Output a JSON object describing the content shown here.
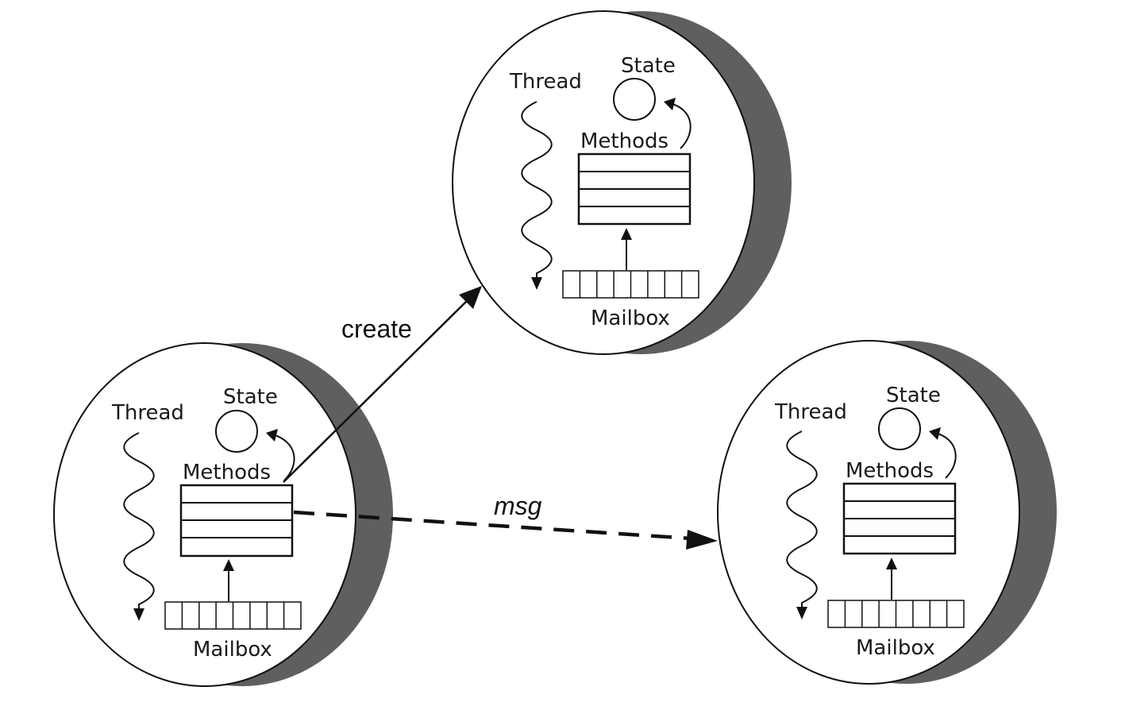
{
  "diagram": {
    "actors": [
      {
        "id": "actor-left",
        "thread_label": "Thread",
        "state_label": "State",
        "methods_label": "Methods",
        "mailbox_label": "Mailbox"
      },
      {
        "id": "actor-top",
        "thread_label": "Thread",
        "state_label": "State",
        "methods_label": "Methods",
        "mailbox_label": "Mailbox"
      },
      {
        "id": "actor-right",
        "thread_label": "Thread",
        "state_label": "State",
        "methods_label": "Methods",
        "mailbox_label": "Mailbox"
      }
    ],
    "edges": [
      {
        "id": "create-edge",
        "label": "create",
        "style": "solid",
        "from": "actor-left",
        "to": "actor-top"
      },
      {
        "id": "msg-edge",
        "label": "msg",
        "style": "dashed",
        "from": "actor-left",
        "to": "actor-right"
      }
    ],
    "colors": {
      "stroke": "#111111",
      "shadow": "#5f5f60",
      "background": "#ffffff"
    }
  }
}
